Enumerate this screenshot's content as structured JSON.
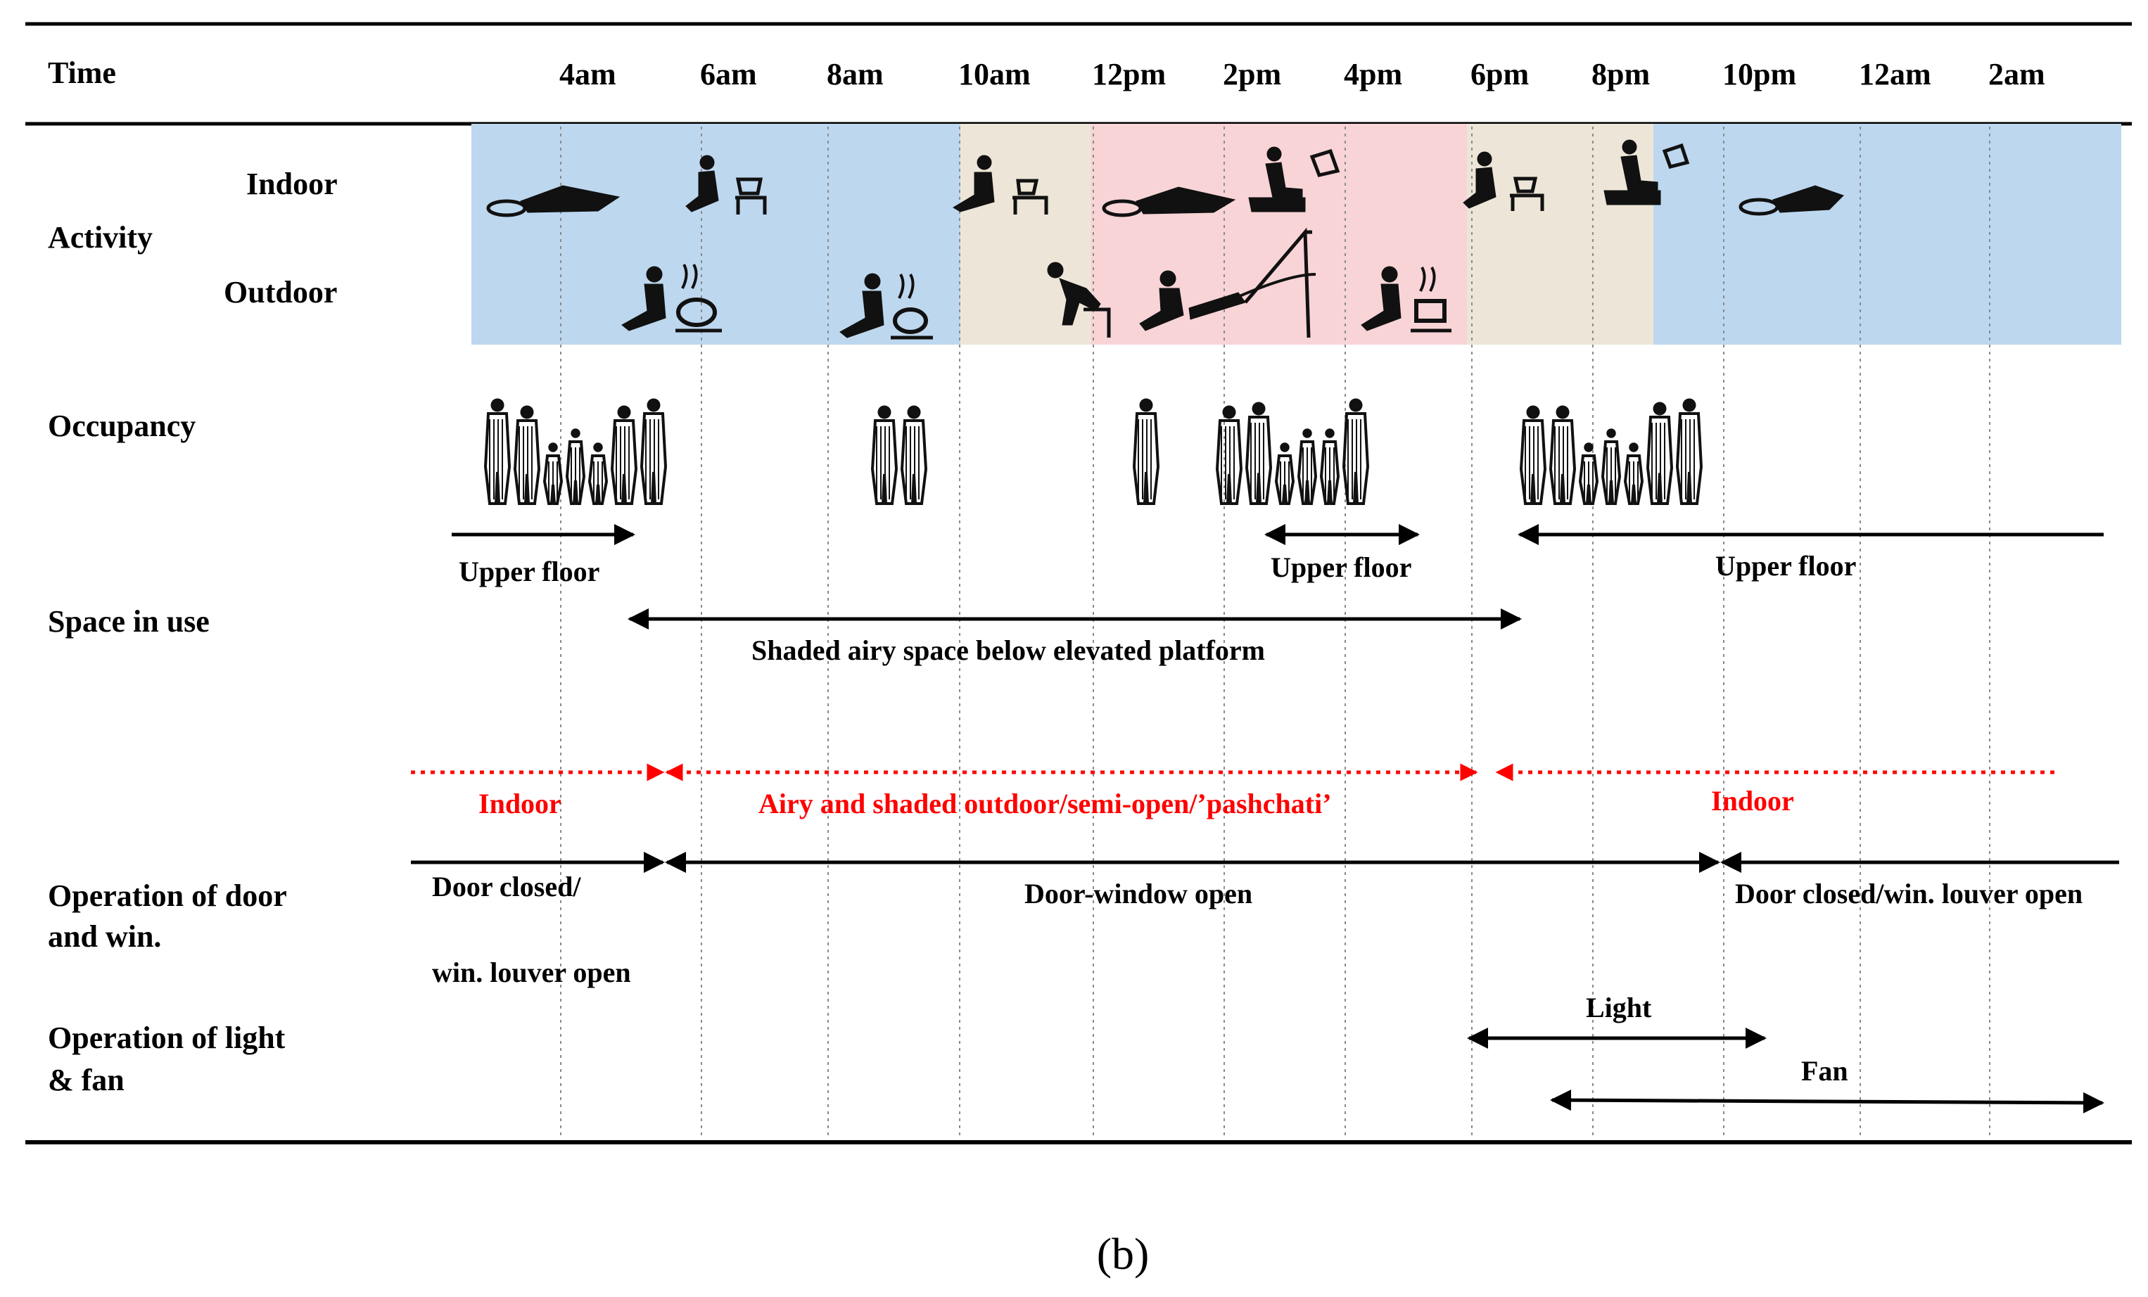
{
  "header": {
    "time_label": "Time",
    "time_ticks": [
      "4am",
      "6am",
      "8am",
      "10am",
      "12pm",
      "2pm",
      "4pm",
      "6pm",
      "8pm",
      "10pm",
      "12am",
      "2am"
    ]
  },
  "rows": {
    "activity": {
      "label": "Activity",
      "indoor_label": "Indoor",
      "outdoor_label": "Outdoor",
      "band_colors": {
        "night": "#bdd7ee",
        "day": "#ede6d8",
        "midday": "#f8d4d7"
      }
    },
    "occupancy": {
      "label": "Occupancy"
    },
    "space_in_use": {
      "label": "Space in use",
      "upper_floor_morning": "Upper floor",
      "upper_floor_afternoon": "Upper floor",
      "upper_floor_night": "Upper floor",
      "shaded_space": "Shaded airy space below elevated platform"
    },
    "preferred_space": {
      "color": "#ff0000",
      "indoor_early": "Indoor",
      "semi_open": "Airy and shaded outdoor/semi-open/’pashchati’",
      "indoor_late": "Indoor"
    },
    "door_window": {
      "label_line1": "Operation of door",
      "label_line2": "and win.",
      "closed_line1": "Door closed/",
      "closed_line2": "win. louver open",
      "open": "Door-window open",
      "night": "Door closed/win. louver open"
    },
    "light_fan": {
      "label_line1": "Operation of light",
      "label_line2": "& fan",
      "light": "Light",
      "fan": "Fan"
    }
  },
  "caption": "(b)"
}
